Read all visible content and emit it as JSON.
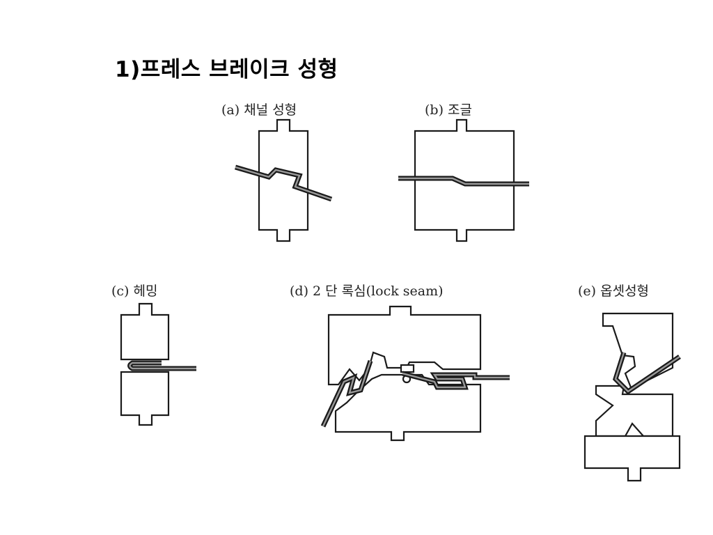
{
  "title": "1)프레스 브레이크 성형",
  "panels": {
    "a": {
      "caption": "(a)  채널  성형"
    },
    "b": {
      "caption": "(b)  조글"
    },
    "c": {
      "caption": "(c)  헤밍"
    },
    "d": {
      "caption": "(d)  2 단  록심(lock seam)"
    },
    "e": {
      "caption": "(e)  옵셋성형"
    }
  },
  "colors": {
    "line": "#1a1a1a",
    "sheet_highlight": "#9a9a9a",
    "background": "#ffffff"
  }
}
